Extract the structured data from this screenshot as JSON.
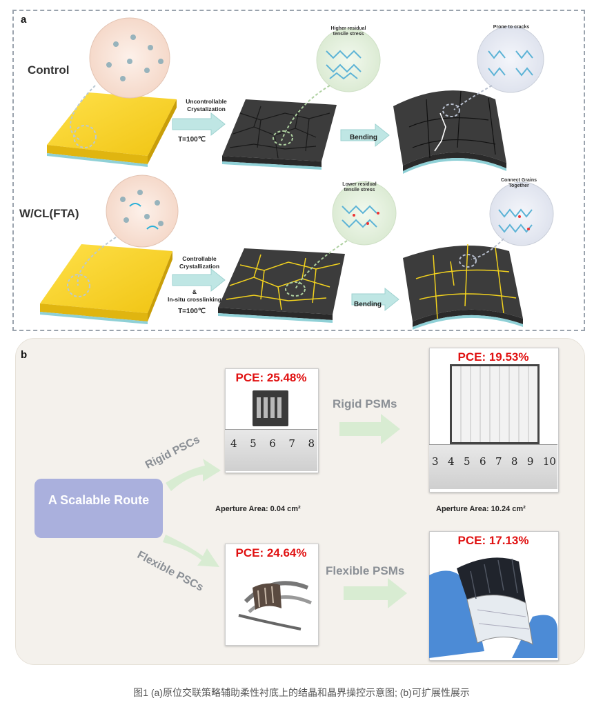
{
  "panel_a": {
    "label": "a",
    "row_control": {
      "label": "Control",
      "bubble_1": "Higher residual tensile stress",
      "bubble_2": "Prone to cracks",
      "process": "Uncontrollable Crystalization",
      "temp": "T=100℃",
      "bend": "Bending"
    },
    "row_fta": {
      "label": "W/CL(FTA)",
      "bubble_1": "Lower residual tensile stress",
      "bubble_2": "Connect Grains Together",
      "process_1": "Controllable Crystallization",
      "process_amp": "&",
      "process_2": "In-situ crosslinking",
      "temp": "T=100℃",
      "bend": "Bending"
    }
  },
  "panel_b": {
    "label": "b",
    "route": "A Scalable Route",
    "rigid_pscs": "Rigid PSCs",
    "flexible_pscs": "Flexible PSCs",
    "rigid_psms": "Rigid PSMs",
    "flexible_psms": "Flexible PSMs",
    "pce_rigid_psc": "PCE: 25.48%",
    "pce_rigid_psm": "PCE: 19.53%",
    "pce_flex_psc": "PCE: 24.64%",
    "pce_flex_psm": "PCE: 17.13%",
    "aperture_small": "Aperture Area: 0.04 cm²",
    "aperture_large": "Aperture Area: 10.24 cm²",
    "ruler_1": [
      "4",
      "5",
      "6",
      "7",
      "8"
    ],
    "ruler_2": [
      "3",
      "4",
      "5",
      "6",
      "7",
      "8",
      "9",
      "10"
    ]
  },
  "caption": "图1 (a)原位交联策略辅助柔性衬底上的结晶和晶界操控示意图; (b)可扩展性展示",
  "colors": {
    "gold": "#f2cf1c",
    "film": "#3a3a3a",
    "accent_arrow": "#8fd3d3",
    "route_box": "#aab0dd",
    "pce_red": "#e01010"
  }
}
